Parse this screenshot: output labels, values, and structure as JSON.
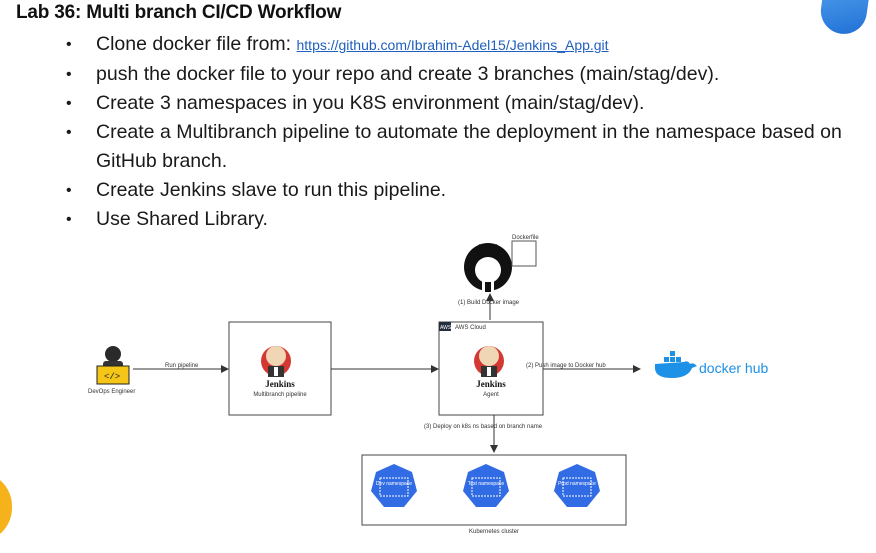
{
  "title": "Lab 36: Multi branch CI/CD Workflow",
  "bullets": {
    "b1_text": "Clone docker file from:",
    "b1_link": "https://github.com/Ibrahim-Adel15/Jenkins_App.git",
    "b2": "push the docker file to your repo and create 3 branches (main/stag/dev).",
    "b3": "Create 3 namespaces in you K8S environment (main/stag/dev).",
    "b4": "Create a Multibranch pipeline to automate the deployment in the namespace based on GitHub branch.",
    "b5": "Create Jenkins slave to run this pipeline.",
    "b6": "Use Shared Library."
  },
  "diagram": {
    "dockerfile_label": "Dockerfile",
    "build_label": "(1) Build Docker image",
    "aws_tag": "AWS",
    "aws_label": "AWS Cloud",
    "devops_label": "DevOps Engineer",
    "run_pipeline_label": "Run pipeline",
    "jenkins_name": "Jenkins",
    "jenkins_sub": "Multibranch pipeline",
    "agent_name": "Jenkins",
    "agent_sub": "Agent",
    "push_label": "(2) Push image to Docker hub",
    "dockerhub_label": "docker hub",
    "deploy_label": "(3) Deploy on k8s ns based on branch name",
    "ns_dev": "Dev namespace",
    "ns_test": "Test namespace",
    "ns_prod": "Prod namespace",
    "cluster_label": "Kubernetes cluster"
  },
  "colors": {
    "link": "#1f5fbf",
    "k8s_blue": "#326ce5",
    "docker_blue": "#1d91e6",
    "jenkins_red": "#d33833"
  }
}
